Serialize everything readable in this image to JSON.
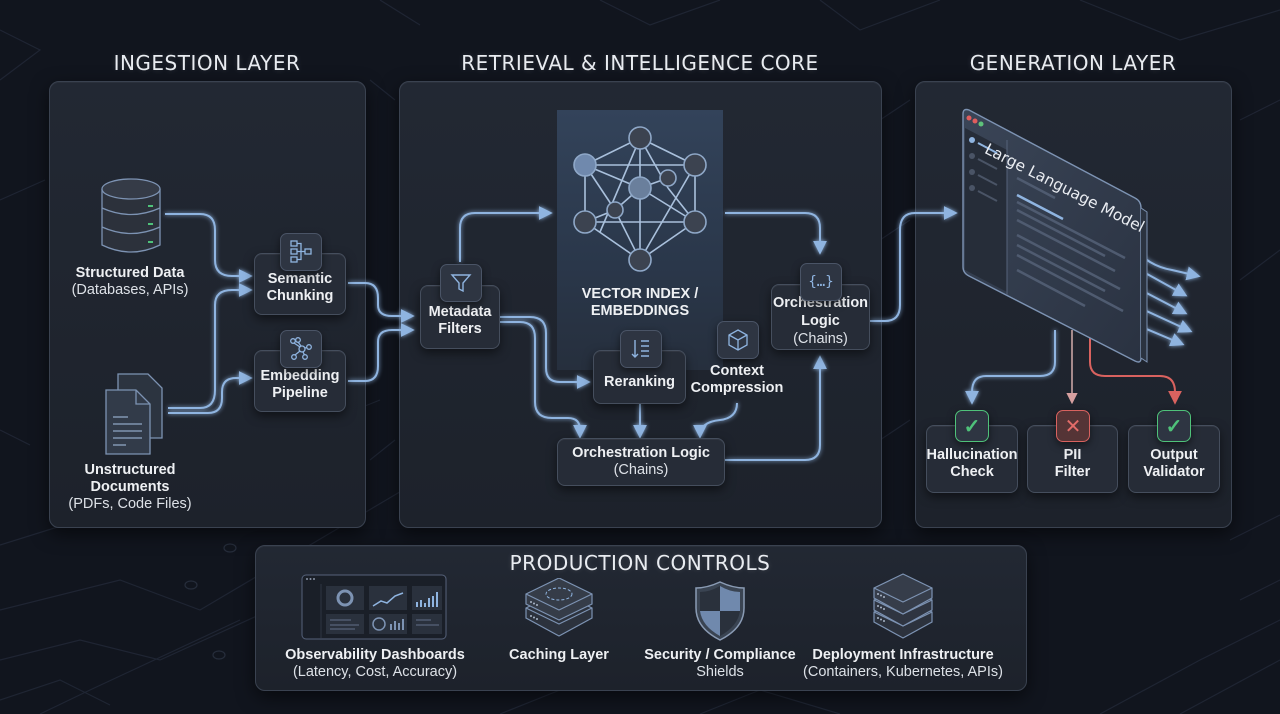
{
  "sections": {
    "ingestion": {
      "title": "INGESTION LAYER",
      "sources": [
        {
          "name": "Structured Data",
          "detail": "(Databases, APIs)",
          "icon": "database-icon"
        },
        {
          "name_line1": "Unstructured",
          "name_line2": "Documents",
          "detail": "(PDFs, Code Files)",
          "icon": "documents-icon"
        }
      ],
      "steps": [
        {
          "line1": "Semantic",
          "line2": "Chunking",
          "icon": "hierarchy-icon"
        },
        {
          "line1": "Embedding",
          "line2": "Pipeline",
          "icon": "network-icon"
        }
      ]
    },
    "retrieval": {
      "title": "RETRIEVAL & INTELLIGENCE CORE",
      "metadata_filters": {
        "line1": "Metadata",
        "line2": "Filters",
        "icon": "funnel-icon"
      },
      "vector_index": {
        "line1": "VECTOR INDEX /",
        "line2": "EMBEDDINGS",
        "icon": "graph-icon"
      },
      "reranking": {
        "label": "Reranking",
        "icon": "sort-list-icon"
      },
      "context_compression": {
        "line1": "Context",
        "line2": "Compression",
        "icon": "cube-icon"
      },
      "orchestration_bottom": {
        "line1": "Orchestration Logic",
        "line2": "(Chains)"
      },
      "orchestration_right": {
        "line1": "Orchestration",
        "line2_bold": "Logic",
        "line2_normal": " (Chains)",
        "icon": "braces-icon",
        "icon_text": "{…}"
      }
    },
    "generation": {
      "title": "GENERATION LAYER",
      "llm_label": "Large Language Model",
      "checks": [
        {
          "line1": "Hallucination",
          "line2": "Check",
          "status": "pass",
          "glyph": "✓"
        },
        {
          "line1": "PII",
          "line2": "Filter",
          "status": "fail",
          "glyph": "✕"
        },
        {
          "line1": "Output",
          "line2": "Validator",
          "status": "pass",
          "glyph": "✓"
        }
      ]
    },
    "production": {
      "title": "PRODUCTION CONTROLS",
      "items": [
        {
          "name": "Observability Dashboards",
          "detail": "(Latency, Cost, Accuracy)",
          "icon": "dashboard-icon"
        },
        {
          "name": "Caching Layer",
          "detail": "",
          "icon": "cache-server-icon"
        },
        {
          "name": "Security / Compliance",
          "detail": "Shields",
          "icon": "shield-icon"
        },
        {
          "name": "Deployment Infrastructure",
          "detail": "(Containers, Kubernetes, APIs)",
          "icon": "server-stack-icon"
        }
      ]
    }
  },
  "colors": {
    "background": "#11151e",
    "panel": "#222833",
    "flow_arrow": "#8fb4e0",
    "pass_green": "#4fc27a",
    "fail_red": "#d9625f",
    "vector_highlight": "#33435a"
  }
}
